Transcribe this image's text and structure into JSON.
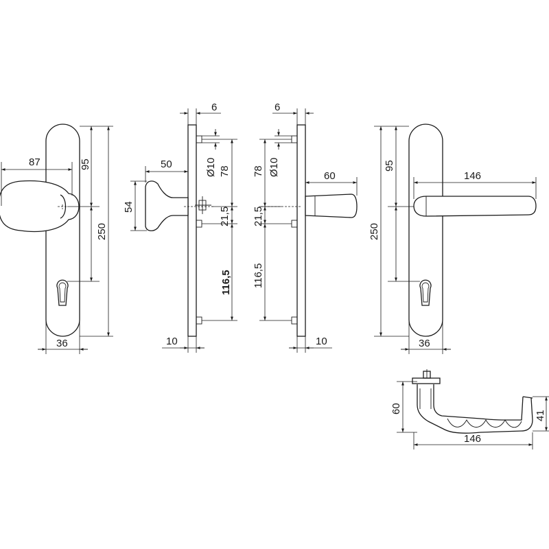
{
  "dimensions": {
    "front_left": {
      "knob_offset": "87",
      "to_keyhole": "95",
      "height": "250",
      "width": "36"
    },
    "side_left": {
      "offset_top": "6",
      "knob_depth": "50",
      "knob_height": "54",
      "hole_diameter": "Ø10",
      "upper_distance": "78",
      "middle_distance": "21,5",
      "lower_distance": "116,5",
      "plate_thickness": "10"
    },
    "side_right": {
      "offset_top": "6",
      "hole_diameter": "Ø10",
      "upper_distance": "78",
      "lever_depth": "60",
      "middle_distance": "21,5",
      "lower_distance": "116,5",
      "plate_thickness": "10"
    },
    "front_right": {
      "to_keyhole": "95",
      "lever_length": "146",
      "height": "250",
      "width": "36"
    },
    "lever_detail": {
      "height": "60",
      "length": "146",
      "grip_height": "41"
    }
  }
}
